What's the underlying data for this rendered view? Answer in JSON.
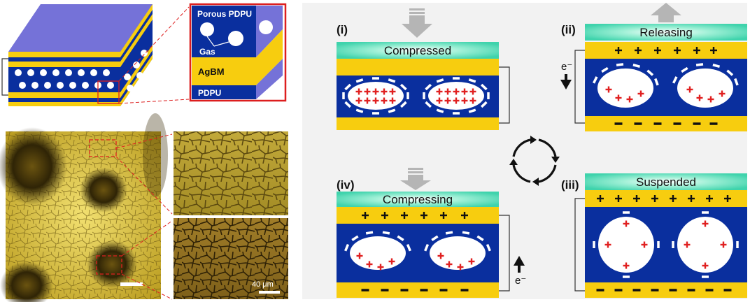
{
  "colors": {
    "navy": "#0a2f9e",
    "gold": "#f7cd0f",
    "teal": "#3fd3ac",
    "violet": "#7572d8",
    "red": "#e02020",
    "frame": "#dd1e1e",
    "grey_arrow": "#b5b5b5",
    "panel_bg": "#f2f2f2"
  },
  "structure": {
    "porous_label": "Porous PDPU",
    "gas_label": "Gas",
    "agbm_label": "AgBM",
    "pdpu_label": "PDPU"
  },
  "micrograph": {
    "scale_label": "40 μm"
  },
  "states": [
    {
      "numeral": "(i)",
      "label": "Compressed"
    },
    {
      "numeral": "(ii)",
      "label": "Releasing",
      "electron": "e⁻"
    },
    {
      "numeral": "(iii)",
      "label": "Suspended"
    },
    {
      "numeral": "(iv)",
      "label": "Compressing",
      "electron": "e⁻"
    }
  ],
  "icons": {
    "cycle": "cycle-arrows-icon",
    "press": "press-down-arrow-icon",
    "lift": "lift-up-arrow-icon",
    "electron_flow": "electron-flow-arrow-icon"
  }
}
